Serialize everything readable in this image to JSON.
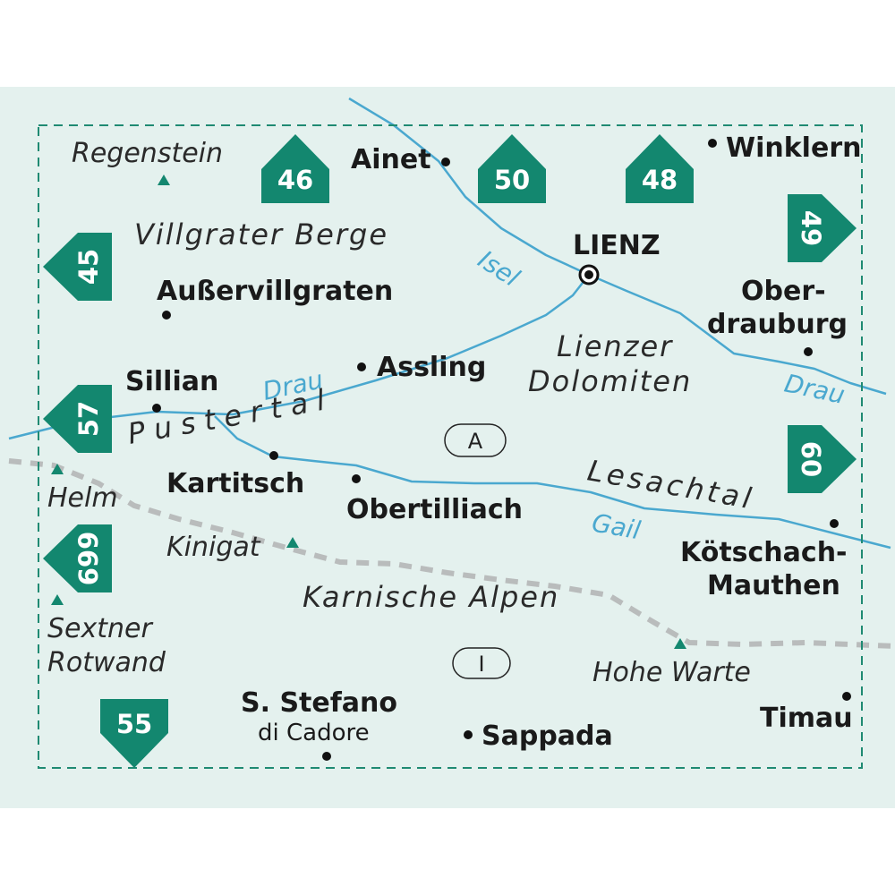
{
  "colors": {
    "background": "#e4f1ee",
    "frame": "#1f8a72",
    "badge": "#13876f",
    "river": "#4aa8cf",
    "border": "#b9bcbc",
    "peak": "#13876f"
  },
  "neighbor_sheets": [
    "46",
    "50",
    "48",
    "49",
    "45",
    "57",
    "60",
    "699",
    "55"
  ],
  "towns": {
    "ainet": "Ainet",
    "winklern": "Winklern",
    "lienz": "LIENZ",
    "ausservillgraten": "Außervillgraten",
    "oberdrauburg_1": "Ober-",
    "oberdrauburg_2": "drauburg",
    "sillian": "Sillian",
    "assling": "Assling",
    "kartitsch": "Kartitsch",
    "obertilliach": "Obertilliach",
    "koetschach_1": "Kötschach-",
    "koetschach_2": "Mauthen",
    "s_stefano_1": "S. Stefano",
    "s_stefano_2": "di Cadore",
    "sappada": "Sappada",
    "timau": "Timau"
  },
  "regions": {
    "villgrater": "Villgrater Berge",
    "lienzer_1": "Lienzer",
    "lienzer_2": "Dolomiten",
    "pustertal": "Pustertal",
    "lesachtal": "Lesachtal",
    "karnische": "Karnische Alpen"
  },
  "peaks": {
    "regenstein": "Regenstein",
    "helm": "Helm",
    "kinigat": "Kinigat",
    "sextner_1": "Sextner",
    "sextner_2": "Rotwand",
    "hohe_warte": "Hohe Warte"
  },
  "rivers": {
    "isel": "Isel",
    "drau_west": "Drau",
    "drau_east": "Drau",
    "gail": "Gail"
  },
  "countries": {
    "austria": "A",
    "italy": "I"
  }
}
